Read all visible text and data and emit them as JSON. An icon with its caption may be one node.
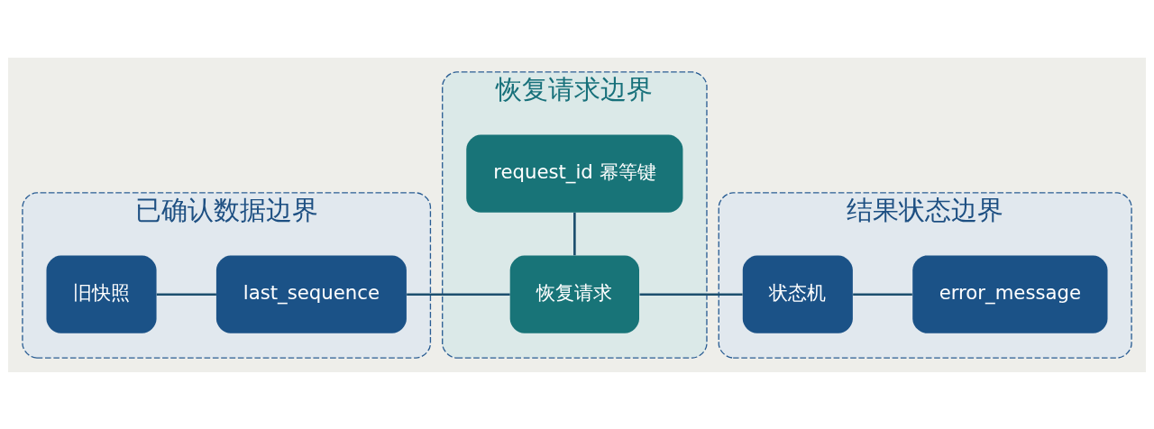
{
  "diagram": {
    "nodes": [
      {
        "text": [
          "已确认数据边界"
        ]
      },
      {
        "text": [
          "旧快照"
        ],
        "in": 0
      },
      {
        "text": [
          "last_sequence"
        ],
        "in": 0
      },
      {
        "text": [
          "恢复请求边界"
        ]
      },
      {
        "text": [
          "恢复请求"
        ],
        "in": 3
      },
      {
        "text": [
          "request_id 幂等键"
        ],
        "in": 3
      },
      {
        "text": [
          "结果状态边界"
        ]
      },
      {
        "text": [
          "状态机"
        ],
        "in": 6
      },
      {
        "text": [
          "error_message"
        ],
        "in": 6
      }
    ],
    "edges": [
      {
        "from": 1,
        "to": 2,
        "arrow": "none"
      },
      {
        "from": 2,
        "to": 4,
        "arrow": "none"
      },
      {
        "from": 4,
        "to": 5,
        "arrow": "none"
      },
      {
        "from": 4,
        "to": 7,
        "arrow": "none"
      },
      {
        "from": 7,
        "to": 8,
        "arrow": "none"
      }
    ]
  }
}
